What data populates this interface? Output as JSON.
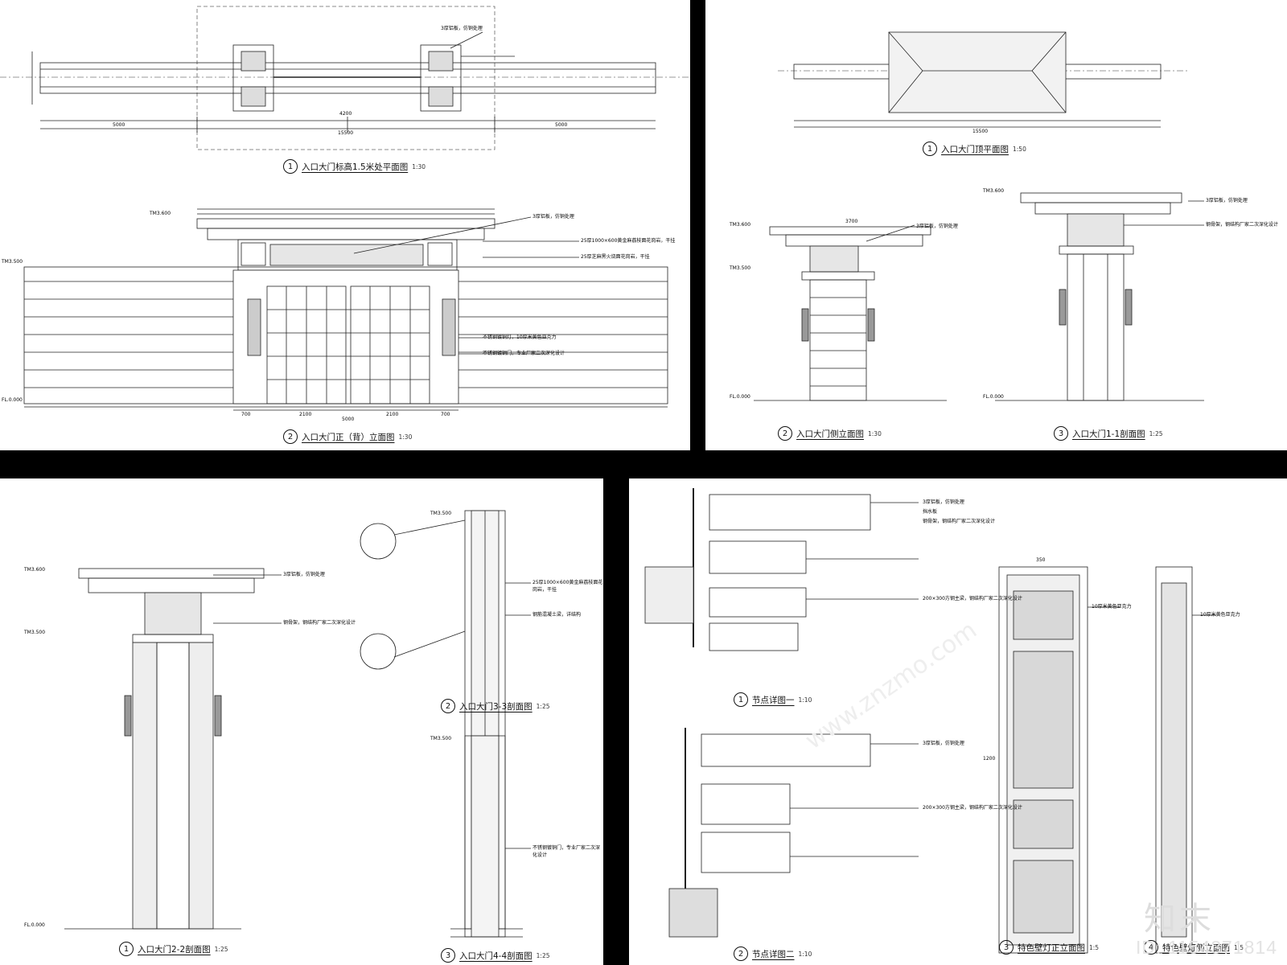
{
  "sheets": [
    {
      "id": "top-left",
      "views": [
        {
          "num": "1",
          "title": "入口大门标高1.5米处平面图",
          "scale": "1:30"
        },
        {
          "num": "2",
          "title": "入口大门正（背）立面图",
          "scale": "1:30"
        }
      ]
    },
    {
      "id": "top-right",
      "views": [
        {
          "num": "1",
          "title": "入口大门顶平面图",
          "scale": "1:50"
        },
        {
          "num": "2",
          "title": "入口大门侧立面图",
          "scale": "1:30"
        },
        {
          "num": "3",
          "title": "入口大门1-1剖面图",
          "scale": "1:25"
        }
      ]
    },
    {
      "id": "bottom-left",
      "views": [
        {
          "num": "1",
          "title": "入口大门2-2剖面图",
          "scale": "1:25"
        },
        {
          "num": "2",
          "title": "入口大门3-3剖面图",
          "scale": "1:25"
        },
        {
          "num": "3",
          "title": "入口大门4-4剖面图",
          "scale": "1:25"
        }
      ]
    },
    {
      "id": "bottom-right",
      "views": [
        {
          "num": "1",
          "title": "节点详图一",
          "scale": "1:10"
        },
        {
          "num": "2",
          "title": "节点详图二",
          "scale": "1:10"
        },
        {
          "num": "3",
          "title": "特色壁灯正立面图",
          "scale": "1:5"
        },
        {
          "num": "4",
          "title": "特色壁灯侧立面图",
          "scale": "1:5"
        }
      ]
    }
  ],
  "dimensions": {
    "plan_total": "15500",
    "plan_segments": [
      "5000",
      "4200",
      "5000"
    ],
    "elev_segments": [
      "700",
      "2100",
      "5000",
      "2100",
      "700"
    ],
    "side_total": "3700",
    "lamp_width": "350",
    "lamp_height": "1200"
  },
  "elevation_marks": {
    "top": "TM3.600",
    "wall": "TM3.500",
    "floor": "FL.0.000"
  },
  "annotations": [
    "3厚铝板，仿铜处理",
    "25厚1000×600黄金麻荔枝面花岗岩，干挂",
    "25厚芝麻黑火烧面花岗岩，干挂",
    "不锈钢镀铜门，专业厂家二次深化设计",
    "不锈钢镀铜灯，10厚米黄色亚克力",
    "钢骨架，钢结构厂家二次深化设计",
    "200×300方钢主梁，钢结构厂家二次深化设计",
    "挡水板",
    "钢筋混凝土梁，详结构",
    "10厚米黄色亚克力"
  ],
  "watermark": {
    "logo": "知末",
    "id": "ID: 1154371814",
    "url": "www.znzmo.com"
  }
}
